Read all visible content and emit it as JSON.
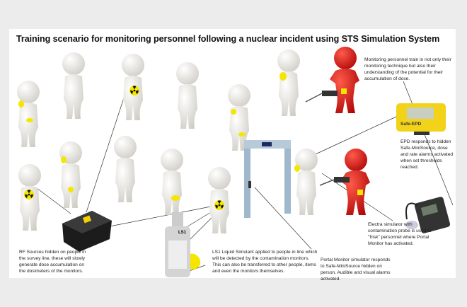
{
  "title": "Training scenario for monitoring personnel following a nuclear incident using STS Simulation System",
  "notes": {
    "monitoring": "Monitoring personnel train in not only their monitoring technique but also their understanding of the potential for their accumulation of dose.",
    "epd": "EPD responds to hidden Safe-MiniSource, dose and rate alarms activated when set thresholds reached.",
    "electra": "Electra simulator with contamination probe is used to \"frisk\" personnel where Portal Monitor has activated.",
    "rf_sources": "RF Sources hidden on people in the survey line, these will slowly generate dose accumulation on the dosimeters of the monitors.",
    "ls1": "LS1 Liquid Simulant applied to people in line which will be detected by the contamination monitors. This can also be transferred to other people, items and even the monitors themselves.",
    "portal": "Portal Monitor simulator responds to Safe-MiniSource hidden on person. Audible and visual alarms activated."
  },
  "labels": {
    "bottle": "LS1",
    "epd_brand": "Safe-EPD"
  },
  "colors": {
    "figure": "#e8e6e0",
    "monitor_person": "#d81414",
    "marker": "#f5e600",
    "device": "#f2d31a"
  }
}
